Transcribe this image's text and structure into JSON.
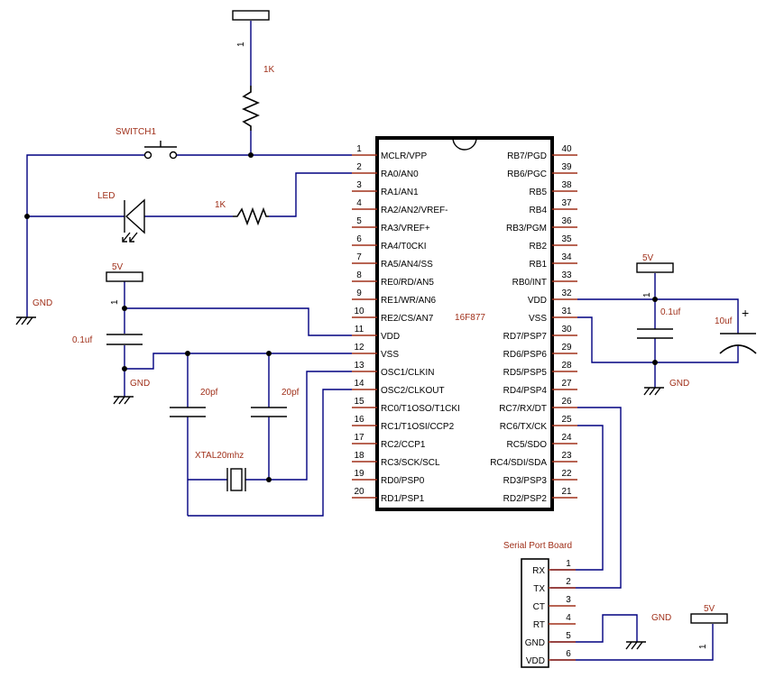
{
  "colors": {
    "wire": "#000080",
    "pin": "#a0301a",
    "component": "#000000",
    "label": "#a0301a",
    "text": "#000000"
  },
  "chip": {
    "name": "16F877",
    "left_pins": [
      {
        "num": "1",
        "name": "MCLR/VPP"
      },
      {
        "num": "2",
        "name": "RA0/AN0"
      },
      {
        "num": "3",
        "name": "RA1/AN1"
      },
      {
        "num": "4",
        "name": "RA2/AN2/VREF-"
      },
      {
        "num": "5",
        "name": "RA3/VREF+"
      },
      {
        "num": "6",
        "name": "RA4/T0CKI"
      },
      {
        "num": "7",
        "name": "RA5/AN4/SS"
      },
      {
        "num": "8",
        "name": "RE0/RD/AN5"
      },
      {
        "num": "9",
        "name": "RE1/WR/AN6"
      },
      {
        "num": "10",
        "name": "RE2/CS/AN7"
      },
      {
        "num": "11",
        "name": "VDD"
      },
      {
        "num": "12",
        "name": "VSS"
      },
      {
        "num": "13",
        "name": "OSC1/CLKIN"
      },
      {
        "num": "14",
        "name": "OSC2/CLKOUT"
      },
      {
        "num": "15",
        "name": "RC0/T1OSO/T1CKI"
      },
      {
        "num": "16",
        "name": "RC1/T1OSI/CCP2"
      },
      {
        "num": "17",
        "name": "RC2/CCP1"
      },
      {
        "num": "18",
        "name": "RC3/SCK/SCL"
      },
      {
        "num": "19",
        "name": "RD0/PSP0"
      },
      {
        "num": "20",
        "name": "RD1/PSP1"
      }
    ],
    "right_pins": [
      {
        "num": "40",
        "name": "RB7/PGD"
      },
      {
        "num": "39",
        "name": "RB6/PGC"
      },
      {
        "num": "38",
        "name": "RB5"
      },
      {
        "num": "37",
        "name": "RB4"
      },
      {
        "num": "36",
        "name": "RB3/PGM"
      },
      {
        "num": "35",
        "name": "RB2"
      },
      {
        "num": "34",
        "name": "RB1"
      },
      {
        "num": "33",
        "name": "RB0/INT"
      },
      {
        "num": "32",
        "name": "VDD"
      },
      {
        "num": "31",
        "name": "VSS"
      },
      {
        "num": "30",
        "name": "RD7/PSP7"
      },
      {
        "num": "29",
        "name": "RD6/PSP6"
      },
      {
        "num": "28",
        "name": "RD5/PSP5"
      },
      {
        "num": "27",
        "name": "RD4/PSP4"
      },
      {
        "num": "26",
        "name": "RC7/RX/DT"
      },
      {
        "num": "25",
        "name": "RC6/TX/CK"
      },
      {
        "num": "24",
        "name": "RC5/SDO"
      },
      {
        "num": "23",
        "name": "RC4/SDI/SDA"
      },
      {
        "num": "22",
        "name": "RD3/PSP3"
      },
      {
        "num": "21",
        "name": "RD2/PSP2"
      }
    ]
  },
  "serial": {
    "title": "Serial Port Board",
    "pins": [
      {
        "num": "1",
        "name": "RX"
      },
      {
        "num": "2",
        "name": "TX"
      },
      {
        "num": "3",
        "name": "CT"
      },
      {
        "num": "4",
        "name": "RT"
      },
      {
        "num": "5",
        "name": "GND"
      },
      {
        "num": "6",
        "name": "VDD"
      }
    ]
  },
  "labels": {
    "r_top": "1K",
    "r_led": "1K",
    "switch": "SWITCH1",
    "led": "LED",
    "gnd_left": "GND",
    "gnd_mid": "GND",
    "gnd_right": "GND",
    "gnd_serial": "GND",
    "v_left": "5V",
    "v_right": "5V",
    "v_serial": "5V",
    "cap_left": "0.1uf",
    "cap_right": "0.1uf",
    "cap_elec": "10uf",
    "cap_elec_plus": "+",
    "cap_osc1": "20pf",
    "cap_osc2": "20pf",
    "xtal": "XTAL20mhz",
    "term_top": "1",
    "term_left": "1",
    "term_right": "1",
    "term_serial": "1"
  }
}
